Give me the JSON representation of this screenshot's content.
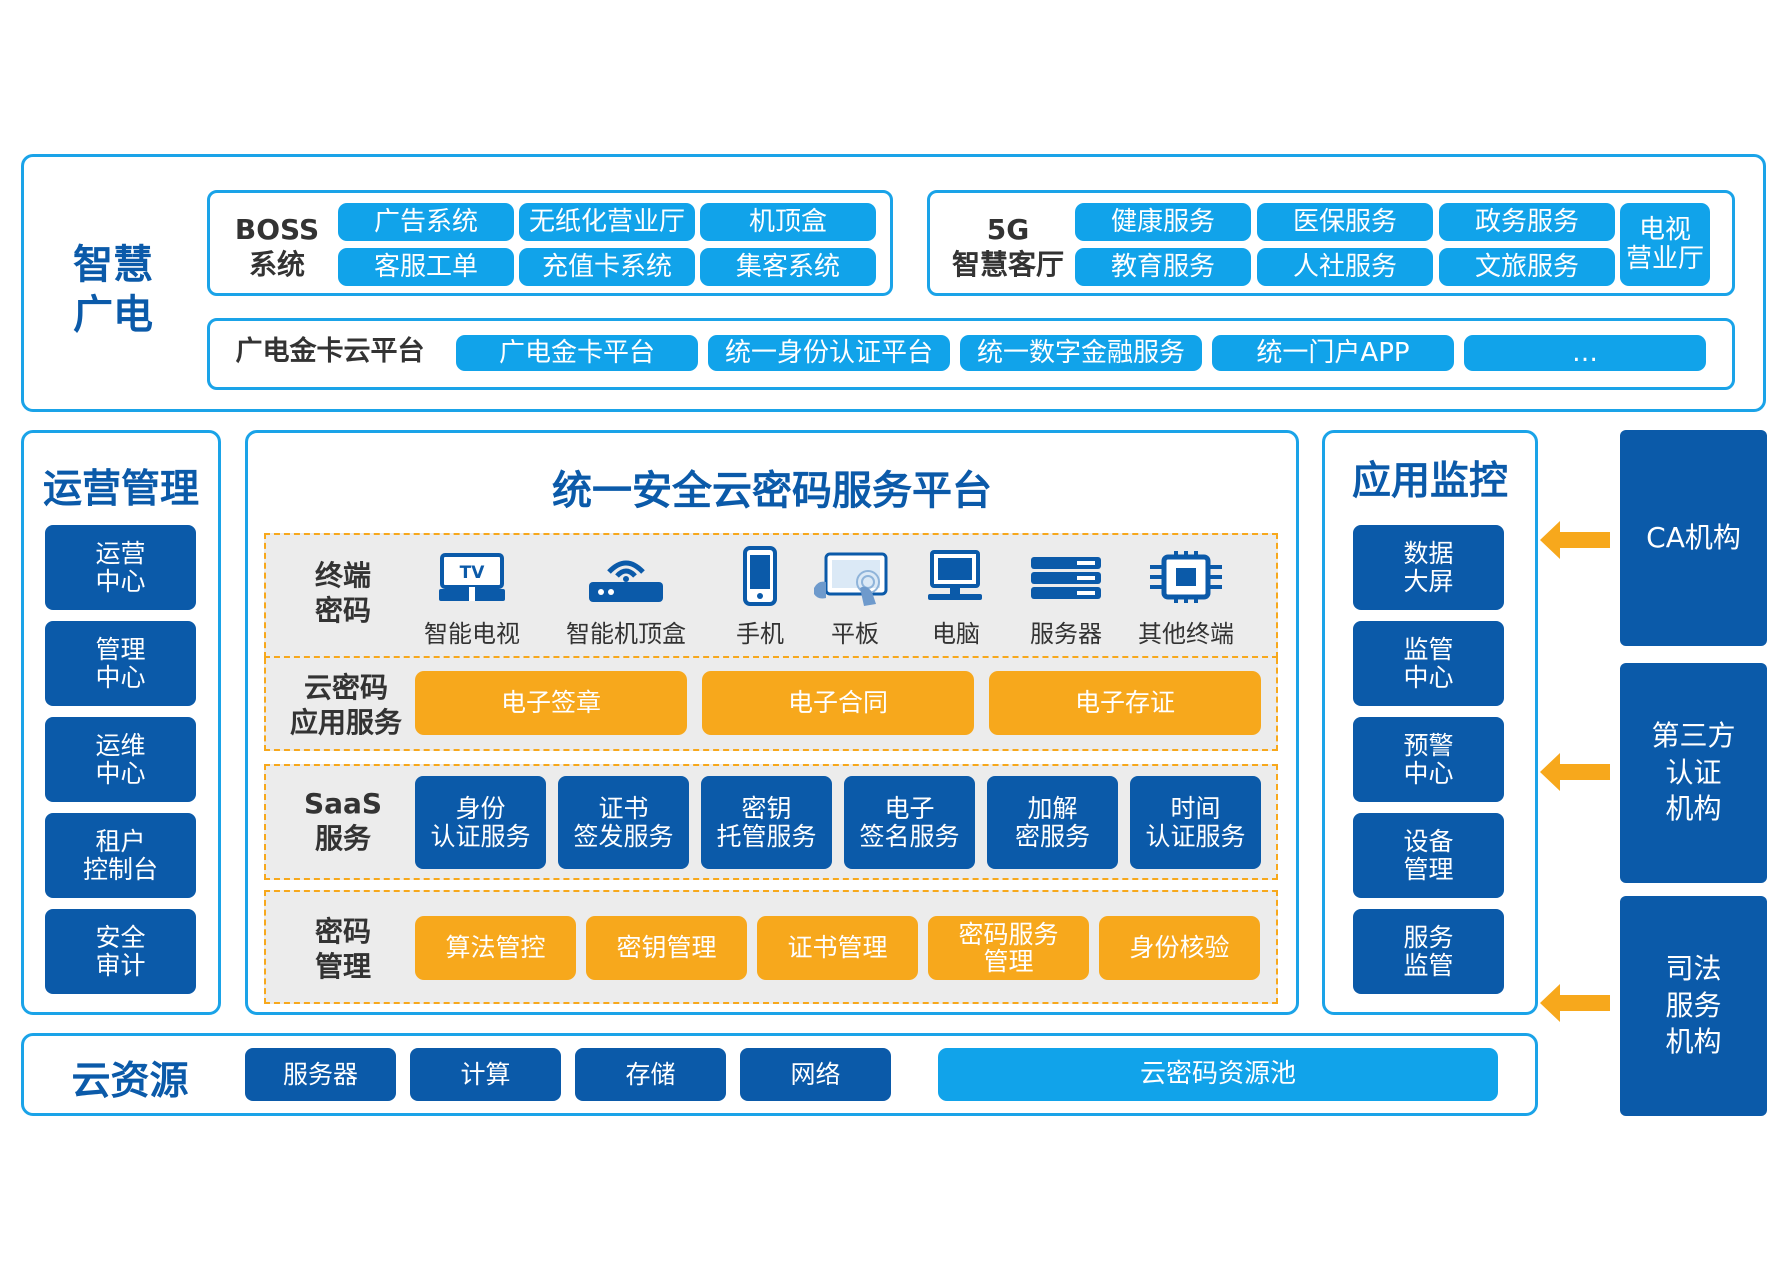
{
  "top": {
    "title": "智慧\n广电",
    "boss": {
      "label": "BOSS\n系统",
      "items": [
        "广告系统",
        "无纸化营业厅",
        "机顶盒",
        "客服工单",
        "充值卡系统",
        "集客系统"
      ]
    },
    "hall": {
      "label": "5G\n智慧客厅",
      "items": [
        "健康服务",
        "医保服务",
        "政务服务",
        "教育服务",
        "人社服务",
        "文旅服务"
      ],
      "side": "电视\n营业厅"
    },
    "cloud": {
      "label": "广电金卡云平台",
      "items": [
        "广电金卡平台",
        "统一身份认证平台",
        "统一数字金融服务",
        "统一门户APP",
        "…"
      ]
    }
  },
  "ops": {
    "title": "运营管理",
    "items": [
      "运营\n中心",
      "管理\n中心",
      "运维\n中心",
      "租户\n控制台",
      "安全\n审计"
    ]
  },
  "platform": {
    "title": "统一安全云密码服务平台",
    "terminal": {
      "label": "终端\n密码",
      "devices": [
        {
          "icon": "tv-icon",
          "label": "智能电视",
          "badge": "TV"
        },
        {
          "icon": "set-top-box-icon",
          "label": "智能机顶盒"
        },
        {
          "icon": "phone-icon",
          "label": "手机"
        },
        {
          "icon": "tablet-icon",
          "label": "平板"
        },
        {
          "icon": "computer-icon",
          "label": "电脑"
        },
        {
          "icon": "server-icon",
          "label": "服务器"
        },
        {
          "icon": "chip-icon",
          "label": "其他终端"
        }
      ]
    },
    "app": {
      "label": "云密码\n应用服务",
      "items": [
        "电子签章",
        "电子合同",
        "电子存证"
      ]
    },
    "saas": {
      "label": "SaaS\n服务",
      "items": [
        "身份\n认证服务",
        "证书\n签发服务",
        "密钥\n托管服务",
        "电子\n签名服务",
        "加解\n密服务",
        "时间\n认证服务"
      ]
    },
    "mgmt": {
      "label": "密码\n管理",
      "items": [
        "算法管控",
        "密钥管理",
        "证书管理",
        "密码服务\n管理",
        "身份核验"
      ]
    }
  },
  "monitor": {
    "title": "应用监控",
    "items": [
      "数据\n大屏",
      "监管\n中心",
      "预警\n中心",
      "设备\n管理",
      "服务\n监管"
    ]
  },
  "external": {
    "items": [
      "CA机构",
      "第三方\n认证\n机构",
      "司法\n服务\n机构"
    ]
  },
  "resources": {
    "title": "云资源",
    "items": [
      "服务器",
      "计算",
      "存储",
      "网络"
    ],
    "pool": "云密码资源池"
  },
  "colors": {
    "dark_blue": "#0b5aa9",
    "light_blue": "#11a3ea",
    "orange": "#f7a81c",
    "border": "#1aa3e8",
    "band": "#ececec"
  }
}
